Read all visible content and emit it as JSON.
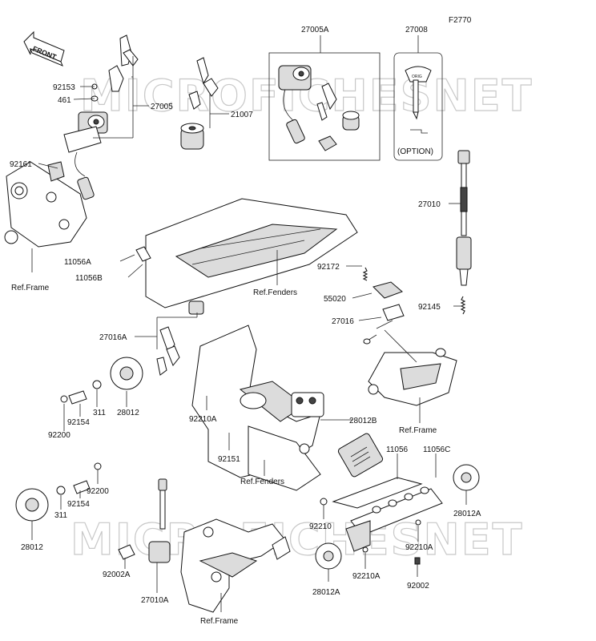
{
  "figure_code": "F2770",
  "watermark": "MICROFICHESNET",
  "front_label": "FRONT",
  "labels": {
    "p92153": "92153",
    "p461": "461",
    "p27005": "27005",
    "p92161": "92161",
    "p21007": "21007",
    "p27005A": "27005A",
    "p27008": "27008",
    "option": "(OPTION)",
    "p27010": "27010",
    "p92172": "92172",
    "p55020": "55020",
    "p27016": "27016",
    "p92145": "92145",
    "p11056A": "11056A",
    "p11056B": "11056B",
    "ref_frame_1": "Ref.Frame",
    "ref_fenders_1": "Ref.Fenders",
    "p27016A": "27016A",
    "p311_1": "311",
    "p28012_1": "28012",
    "p92154_1": "92154",
    "p92200_1": "92200",
    "p92210A_1": "92210A",
    "p92151": "92151",
    "p28012B": "28012B",
    "ref_frame_2": "Ref.Frame",
    "ref_fenders_2": "Ref.Fenders",
    "p11056": "11056",
    "p11056C": "11056C",
    "p92200_2": "92200",
    "p92154_2": "92154",
    "p311_2": "311",
    "p28012_2": "28012",
    "p28012A_1": "28012A",
    "p92210": "92210",
    "p92210A_2": "92210A",
    "p92002A": "92002A",
    "p27010A": "27010A",
    "ref_frame_3": "Ref.Frame",
    "p28012A_2": "28012A",
    "p92210A_3": "92210A",
    "p92002": "92002"
  }
}
